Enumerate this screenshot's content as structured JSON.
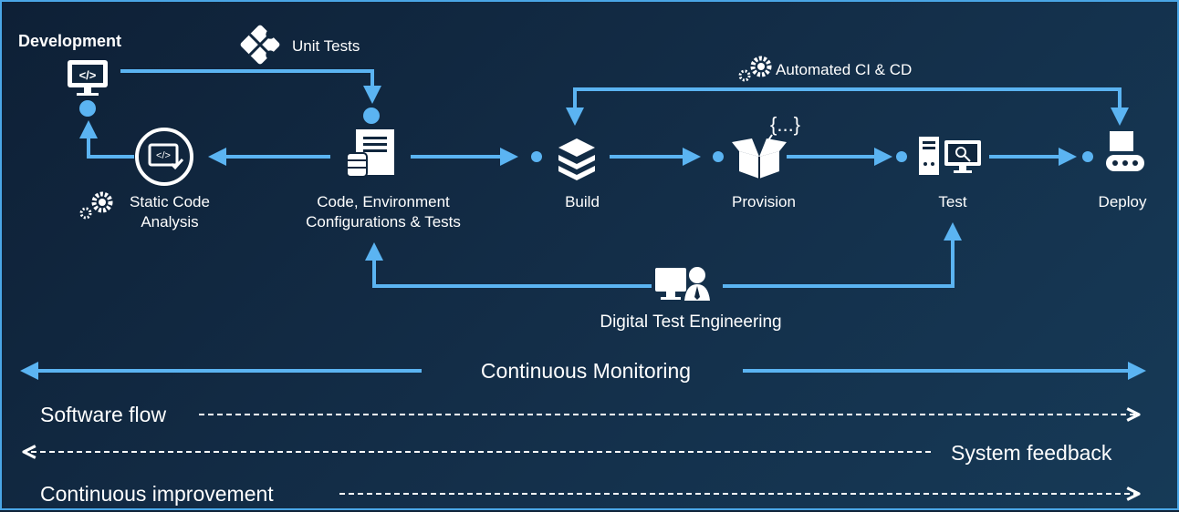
{
  "labels": {
    "development": "Development",
    "unit_tests": "Unit Tests",
    "automated_ci_cd": "Automated CI & CD",
    "static_code_analysis_line1": "Static Code",
    "static_code_analysis_line2": "Analysis",
    "code_env_line1": "Code, Environment",
    "code_env_line2": "Configurations & Tests",
    "build": "Build",
    "provision": "Provision",
    "test": "Test",
    "deploy": "Deploy",
    "provision_braces": "{...}",
    "digital_test_engineering": "Digital Test Engineering",
    "continuous_monitoring": "Continuous Monitoring",
    "software_flow": "Software flow",
    "system_feedback": "System feedback",
    "continuous_improvement": "Continuous improvement"
  },
  "colors": {
    "accent": "#5bb4f2",
    "text": "#ffffff",
    "background": "#10263d"
  },
  "icons": {
    "development": "monitor-code-icon",
    "unit_tests": "puzzle-icon",
    "automated_ci_cd": "gears-icon",
    "static_code_analysis": "gears-icon",
    "code_review": "code-check-circle-icon",
    "code_env": "server-database-icon",
    "build": "layers-icon",
    "provision": "open-box-icon",
    "test": "test-workstation-icon",
    "deploy": "conveyor-icon",
    "digital_test_engineering": "engineer-monitor-icon"
  }
}
